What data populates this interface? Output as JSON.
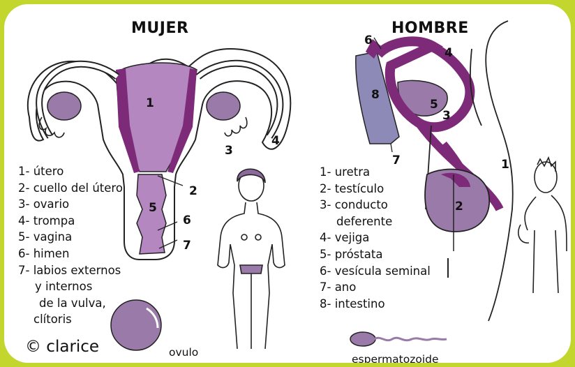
{
  "female": {
    "title": "MUJER",
    "markers": [
      "1",
      "2",
      "3",
      "4",
      "5",
      "6",
      "7"
    ],
    "legend": [
      "1- útero",
      "2- cuello del útero",
      "3- ovario",
      "4- trompa",
      "5- vagina",
      "6- himen",
      "7- labios externos",
      "y internos",
      "de la vulva,",
      "clítoris"
    ],
    "cell_caption": "ovulo"
  },
  "male": {
    "title": "HOMBRE",
    "markers": [
      "1",
      "2",
      "3",
      "4",
      "5",
      "6",
      "7",
      "8"
    ],
    "legend": [
      "1- uretra",
      "2- testículo",
      "3- conducto",
      "deferente",
      "4- vejiga",
      "5- próstata",
      "6- vesícula seminal",
      "7- ano",
      "8- intestino"
    ],
    "cell_caption": "espermatozoide"
  },
  "credit": "© clarice",
  "colors": {
    "frame": "#c3d62e",
    "organ_light": "#b587c0",
    "organ_dark": "#7d2a79",
    "organ_gray": "#9a7aa8",
    "intestine": "#8e8ab8"
  }
}
